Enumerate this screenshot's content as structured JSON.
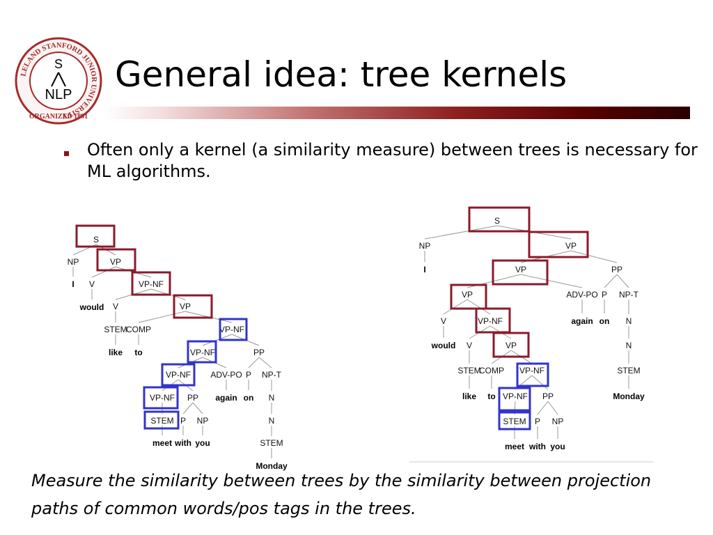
{
  "slide": {
    "title": "General idea: tree kernels",
    "bullet": "Often only a kernel (a similarity measure) between trees is necessary for ML algorithms.",
    "caption": "Measure the similarity between trees by the similarity between projection paths of common words/pos tags in the trees."
  },
  "logo": {
    "ring_text": "LELAND STANFORD JUNIOR UNIVERSITY",
    "bottom_text": "ORGANIZED 1891",
    "top_letter": "S",
    "bottom_label": "NLP",
    "color": "#a52a2a"
  },
  "colors": {
    "accent_dark_red": "#8b1a1a",
    "box_red": "#8b1a2b",
    "box_blue": "#3333cc"
  },
  "tree_left": {
    "nodes": [
      {
        "id": "S",
        "label": "S"
      },
      {
        "id": "NP",
        "label": "NP"
      },
      {
        "id": "I",
        "label": "I",
        "word": true
      },
      {
        "id": "VP1",
        "label": "VP"
      },
      {
        "id": "V1",
        "label": "V"
      },
      {
        "id": "would",
        "label": "would",
        "word": true
      },
      {
        "id": "VPNF1",
        "label": "VP-NF"
      },
      {
        "id": "V2",
        "label": "V"
      },
      {
        "id": "STEM1",
        "label": "STEM"
      },
      {
        "id": "like",
        "label": "like",
        "word": true
      },
      {
        "id": "VP2",
        "label": "VP"
      },
      {
        "id": "COMP",
        "label": "COMP"
      },
      {
        "id": "to",
        "label": "to",
        "word": true
      },
      {
        "id": "VPNF2",
        "label": "VP-NF"
      },
      {
        "id": "VPNF3",
        "label": "VP-NF"
      },
      {
        "id": "PP1",
        "label": "PP"
      },
      {
        "id": "VPNF4",
        "label": "VP-NF"
      },
      {
        "id": "ADVPO",
        "label": "ADV-PO"
      },
      {
        "id": "again",
        "label": "again",
        "word": true
      },
      {
        "id": "P1",
        "label": "P"
      },
      {
        "id": "on",
        "label": "on",
        "word": true
      },
      {
        "id": "NPT",
        "label": "NP-T"
      },
      {
        "id": "N1",
        "label": "N"
      },
      {
        "id": "N2",
        "label": "N"
      },
      {
        "id": "STEM3",
        "label": "STEM"
      },
      {
        "id": "Monday",
        "label": "Monday",
        "word": true
      },
      {
        "id": "VPNF5",
        "label": "VP-NF"
      },
      {
        "id": "PP2",
        "label": "PP"
      },
      {
        "id": "STEM2",
        "label": "STEM"
      },
      {
        "id": "meet",
        "label": "meet",
        "word": true
      },
      {
        "id": "P2",
        "label": "P"
      },
      {
        "id": "with",
        "label": "with",
        "word": true
      },
      {
        "id": "NP2",
        "label": "NP"
      },
      {
        "id": "you",
        "label": "you",
        "word": true
      }
    ],
    "red_boxes": [
      "S",
      "VP1",
      "VPNF1",
      "VP2"
    ],
    "blue_boxes": [
      "VPNF2",
      "VPNF3",
      "VPNF4",
      "VPNF5",
      "STEM2"
    ]
  },
  "tree_right": {
    "nodes": [
      {
        "id": "S",
        "label": "S"
      },
      {
        "id": "NP",
        "label": "NP"
      },
      {
        "id": "I",
        "label": "I",
        "word": true
      },
      {
        "id": "VP1",
        "label": "VP"
      },
      {
        "id": "VP2",
        "label": "VP"
      },
      {
        "id": "PP1",
        "label": "PP"
      },
      {
        "id": "VP3",
        "label": "VP"
      },
      {
        "id": "ADVPO",
        "label": "ADV-PO"
      },
      {
        "id": "again",
        "label": "again",
        "word": true
      },
      {
        "id": "P1",
        "label": "P"
      },
      {
        "id": "on",
        "label": "on",
        "word": true
      },
      {
        "id": "NPT",
        "label": "NP-T"
      },
      {
        "id": "N1",
        "label": "N"
      },
      {
        "id": "N2",
        "label": "N"
      },
      {
        "id": "STEM3",
        "label": "STEM"
      },
      {
        "id": "Monday",
        "label": "Monday",
        "word": true
      },
      {
        "id": "V1",
        "label": "V"
      },
      {
        "id": "would",
        "label": "would",
        "word": true
      },
      {
        "id": "VPNF1",
        "label": "VP-NF"
      },
      {
        "id": "V2",
        "label": "V"
      },
      {
        "id": "STEM1",
        "label": "STEM"
      },
      {
        "id": "like",
        "label": "like",
        "word": true
      },
      {
        "id": "VP4",
        "label": "VP"
      },
      {
        "id": "COMP",
        "label": "COMP"
      },
      {
        "id": "to",
        "label": "to",
        "word": true
      },
      {
        "id": "VPNF2",
        "label": "VP-NF"
      },
      {
        "id": "VPNF3",
        "label": "VP-NF"
      },
      {
        "id": "PP2",
        "label": "PP"
      },
      {
        "id": "STEM2",
        "label": "STEM"
      },
      {
        "id": "meet",
        "label": "meet",
        "word": true
      },
      {
        "id": "P2",
        "label": "P"
      },
      {
        "id": "with",
        "label": "with",
        "word": true
      },
      {
        "id": "NP2",
        "label": "NP"
      },
      {
        "id": "you",
        "label": "you",
        "word": true
      }
    ],
    "red_boxes": [
      "S",
      "VP1",
      "VP2",
      "VP3",
      "VPNF1",
      "VP4"
    ],
    "blue_boxes": [
      "VPNF2",
      "VPNF3",
      "STEM2"
    ]
  }
}
